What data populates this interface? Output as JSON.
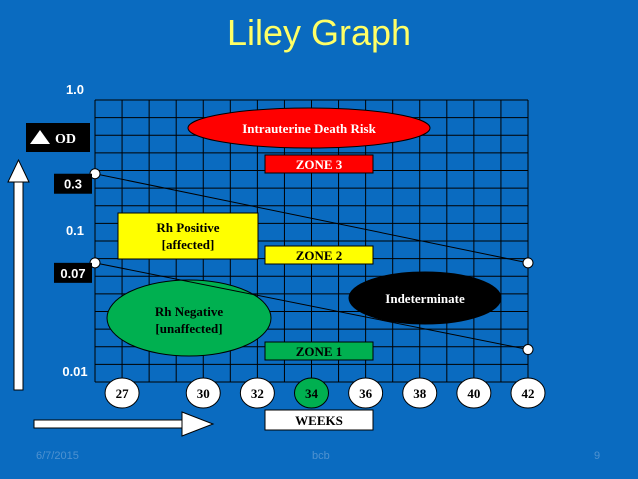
{
  "slide": {
    "title": "Liley Graph",
    "footer_date": "6/7/2015",
    "footer_author": "bcb",
    "slide_number": "9"
  },
  "colors": {
    "background": "#0a6bc0",
    "title": "#ffff66",
    "zone_green": "#00b050",
    "zone_red": "#ff0000",
    "zone_yellow": "#ffff00"
  },
  "chart_data": {
    "type": "line",
    "title": "Liley Graph",
    "xlabel": "WEEKS",
    "ylabel": "OD",
    "x_ticks": [
      {
        "value": 27,
        "label": "27",
        "fill": "#ffffff"
      },
      {
        "value": 30,
        "label": "30",
        "fill": "#ffffff"
      },
      {
        "value": 32,
        "label": "32",
        "fill": "#ffffff"
      },
      {
        "value": 34,
        "label": "34",
        "fill": "#00b050"
      },
      {
        "value": 36,
        "label": "36",
        "fill": "#ffffff"
      },
      {
        "value": 38,
        "label": "38",
        "fill": "#ffffff"
      },
      {
        "value": 40,
        "label": "40",
        "fill": "#ffffff"
      },
      {
        "value": 42,
        "label": "42",
        "fill": "#ffffff"
      }
    ],
    "y_ticks": [
      {
        "value": 1.0,
        "label": "1.0"
      },
      {
        "value": 0.1,
        "label": "0.1"
      },
      {
        "value": 0.01,
        "label": "0.01"
      }
    ],
    "y_markers": [
      {
        "value": 0.3,
        "label": "0.3"
      },
      {
        "value": 0.07,
        "label": "0.07"
      }
    ],
    "xlim": [
      26,
      42
    ],
    "y_scale": "log",
    "ylim": [
      0.01,
      1.0
    ],
    "grid": true,
    "series": [
      {
        "x": [
          26,
          42
        ],
        "y": [
          0.3,
          0.07
        ]
      },
      {
        "x": [
          26,
          42
        ],
        "y": [
          0.07,
          0.017
        ]
      }
    ],
    "zone_labels": [
      {
        "label": "ZONE 3",
        "fill": "#ff0000",
        "text": "#ffffff"
      },
      {
        "label": "ZONE 2",
        "fill": "#ffff00",
        "text": "#000000"
      },
      {
        "label": "ZONE 1",
        "fill": "#00b050",
        "text": "#000000"
      }
    ],
    "annotations": [
      {
        "label": "Intrauterine Death Risk",
        "fill": "#ff0000",
        "text": "#ffffff"
      },
      {
        "label": "Rh Positive\n[affected]",
        "fill": "#ffff00",
        "text": "#000000"
      },
      {
        "label": "Rh Negative\n[unaffected]",
        "fill": "#00b050",
        "text": "#000000"
      },
      {
        "label": "Indeterminate",
        "fill": "#000000",
        "text": "#ffffff"
      }
    ]
  }
}
